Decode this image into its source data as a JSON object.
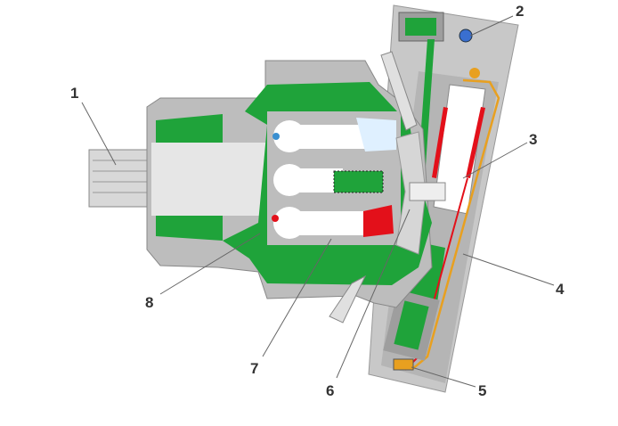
{
  "diagram": {
    "labels": [
      "1",
      "2",
      "3",
      "4",
      "5",
      "6",
      "7",
      "8"
    ]
  },
  "colors": {
    "housing": "#bdbdbd",
    "housing_dark": "#9e9e9e",
    "low_pressure": "#1fa33a",
    "high_pressure": "#e3101a",
    "control_line": "#e8a020",
    "background": "#ffffff"
  }
}
